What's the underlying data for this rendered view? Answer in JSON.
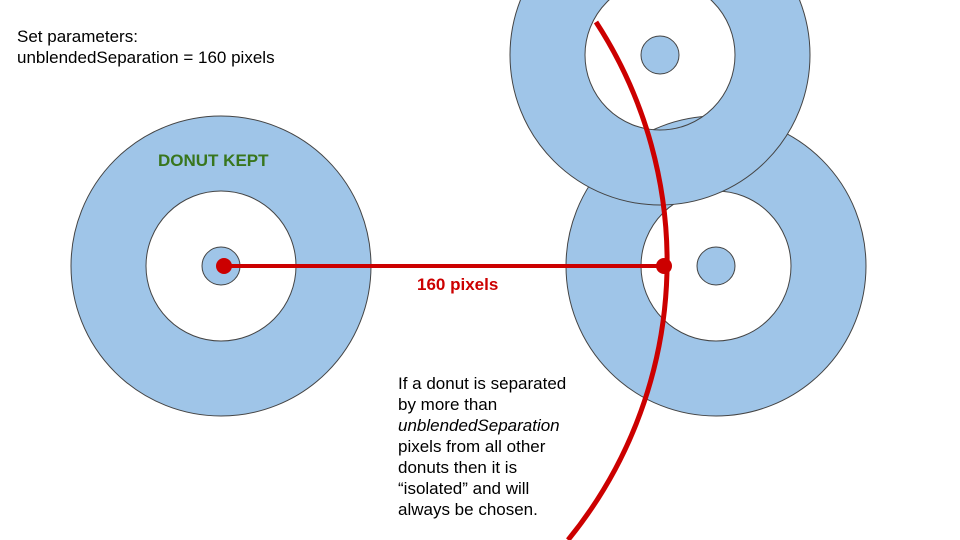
{
  "colors": {
    "donut_fill": "#9fc5e8",
    "outline": "#444444",
    "red": "#cc0000",
    "kept_green": "#38761d"
  },
  "params": {
    "line1": "Set parameters:",
    "line2": "unblendedSeparation = 160 pixels"
  },
  "labels": {
    "kept": "DONUT KEPT",
    "distance": "160 pixels"
  },
  "note": {
    "line1": "If a donut is separated",
    "line2": "by more than",
    "line3": "unblendedSeparation",
    "line4": "pixels from all other",
    "line5": "donuts then it is",
    "line6": "“isolated” and will",
    "line7": "always be chosen."
  }
}
